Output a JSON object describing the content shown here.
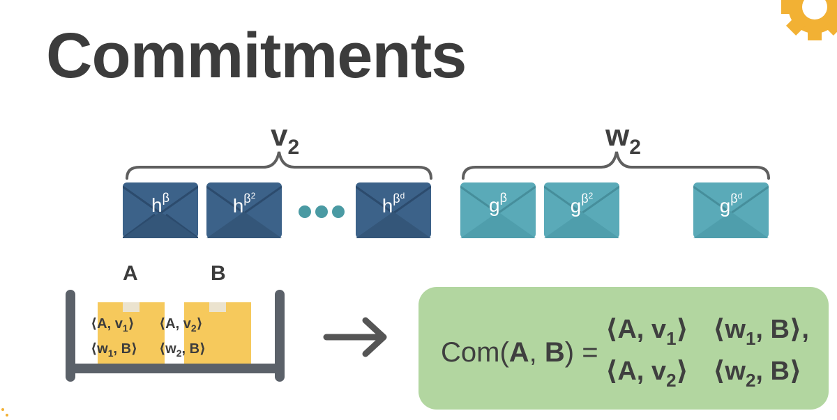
{
  "title": "Commitments",
  "labels": {
    "v": "v",
    "v_sub": "2",
    "w": "w",
    "w_sub": "2",
    "a": "A",
    "b": "B"
  },
  "envelopes_h": [
    {
      "base": "h",
      "exp": "β",
      "exp2": ""
    },
    {
      "base": "h",
      "exp": "β",
      "exp2": "2"
    },
    {
      "base": "h",
      "exp": "β",
      "exp2": "d"
    }
  ],
  "envelopes_g": [
    {
      "base": "g",
      "exp": "β",
      "exp2": ""
    },
    {
      "base": "g",
      "exp": "β",
      "exp2": "2"
    },
    {
      "base": "g",
      "exp": "β",
      "exp2": "d"
    }
  ],
  "box_a": {
    "line1_pre": "⟨A, v",
    "line1_sub": "1",
    "line1_post": "⟩",
    "line2_pre": "⟨w",
    "line2_sub": "1",
    "line2_post": ", B⟩"
  },
  "box_b": {
    "line1_pre": "⟨A, v",
    "line1_sub": "2",
    "line1_post": "⟩",
    "line2_pre": "⟨w",
    "line2_sub": "2",
    "line2_post": ", B⟩"
  },
  "formula": {
    "com_pre": "Com(",
    "com_a": "A",
    "com_mid": ", ",
    "com_b": "B",
    "com_post": ") =",
    "row1": [
      {
        "pre": "⟨A, v",
        "sub": "1",
        "post": "⟩"
      },
      {
        "pre": "⟨w",
        "sub": "1",
        "post": ", B⟩,"
      }
    ],
    "row2": [
      {
        "pre": "⟨A, v",
        "sub": "2",
        "post": "⟩"
      },
      {
        "pre": "⟨w",
        "sub": "2",
        "post": ", B⟩"
      }
    ]
  },
  "colors": {
    "h_envelope": "#3c6289",
    "g_envelope": "#5aaab8",
    "box": "#f6c95c",
    "shelf": "#5b6169",
    "result_bg": "#b2d6a0",
    "gear": "#f2b134"
  }
}
